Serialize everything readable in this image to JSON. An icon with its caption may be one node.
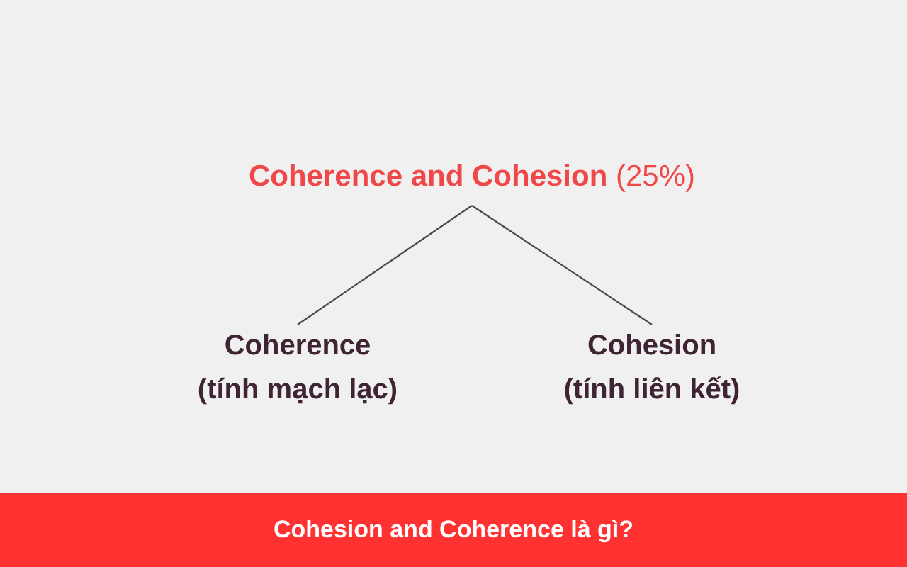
{
  "diagram": {
    "nodes": [
      {
        "text": [
          "**Coherence and Cohesion** (25%)"
        ]
      },
      {
        "text": [
          "Coherence (tính mạch lạc)"
        ]
      },
      {
        "text": [
          "Cohesion (tính liên kết)"
        ]
      }
    ],
    "edges": [
      {
        "from": 0,
        "to": 1,
        "arrow": "none"
      },
      {
        "from": 0,
        "to": 2,
        "arrow": "none"
      }
    ],
    "caption": "Cohesion and Coherence là gì?"
  }
}
